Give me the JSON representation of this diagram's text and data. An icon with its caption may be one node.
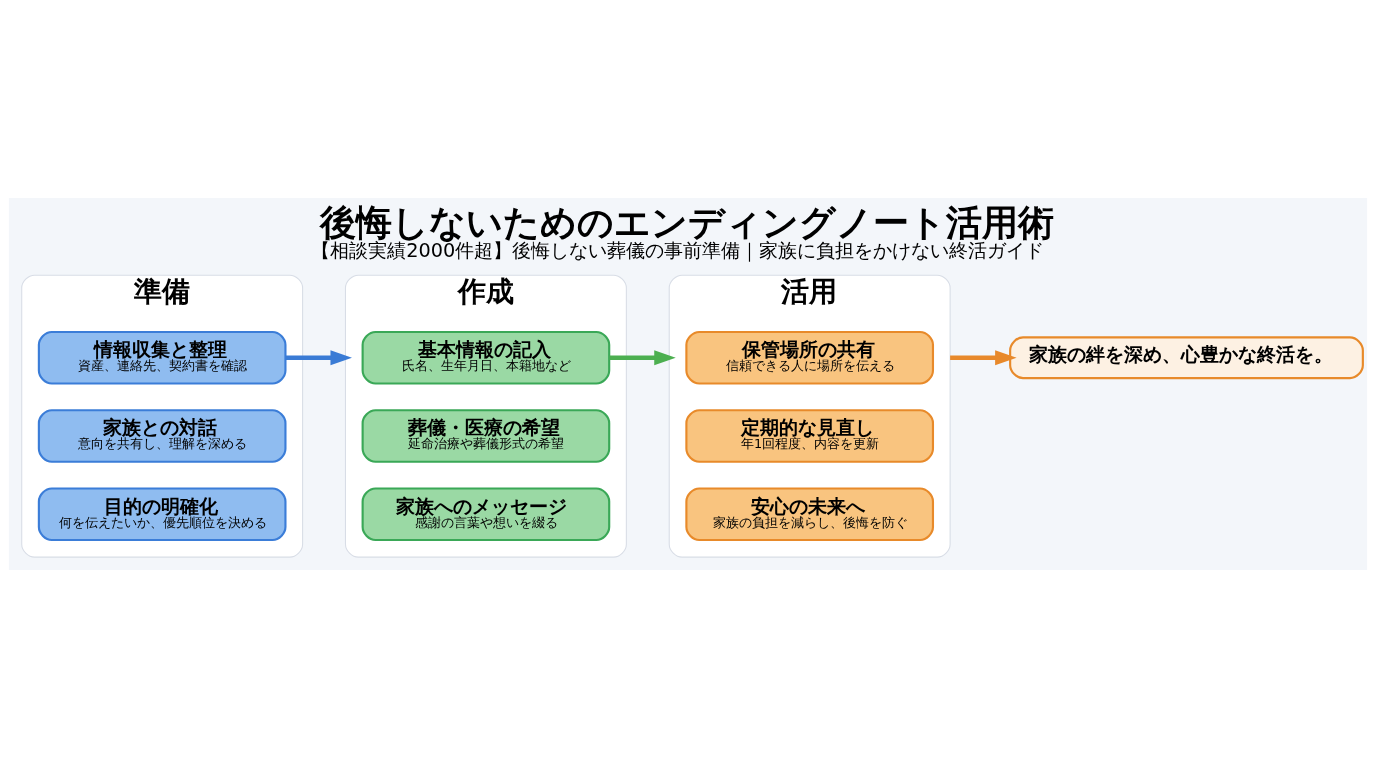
{
  "diagram": {
    "title": "後悔しないためのエンディングノート活用術",
    "caption": "【相談実績2000件超】後悔しない葬儀の事前準備｜家族に負担をかけない終活ガイド",
    "nodes": [
      {
        "text": [
          "準備"
        ]
      },
      {
        "text": [
          "情報収集と整理",
          "資産、連絡先、契約書を確認"
        ],
        "in": 0
      },
      {
        "text": [
          "家族との対話",
          "意向を共有し、理解を深める"
        ],
        "in": 0
      },
      {
        "text": [
          "目的の明確化",
          "何を伝えたいか、優先順位を決める"
        ],
        "in": 0
      },
      {
        "text": [
          "作成"
        ]
      },
      {
        "text": [
          "基本情報の記入",
          "氏名、生年月日、本籍地など"
        ],
        "in": 4
      },
      {
        "text": [
          "葬儀・医療の希望",
          "延命治療や葬儀形式の希望"
        ],
        "in": 4
      },
      {
        "text": [
          "家族へのメッセージ",
          "感謝の言葉や想いを綴る"
        ],
        "in": 4
      },
      {
        "text": [
          "活用"
        ]
      },
      {
        "text": [
          "保管場所の共有",
          "信頼できる人に場所を伝える"
        ],
        "in": 8
      },
      {
        "text": [
          "定期的な見直し",
          "年1回程度、内容を更新"
        ],
        "in": 8
      },
      {
        "text": [
          "安心の未来へ",
          "家族の負担を減らし、後悔を防ぐ"
        ],
        "in": 8
      },
      {
        "text": [
          "家族の絆を深め、心豊かな終活を。"
        ]
      }
    ],
    "edges": [
      {
        "from": 1,
        "to": 4,
        "arrow": "to",
        "color": "#3a7bd5"
      },
      {
        "from": 5,
        "to": 8,
        "arrow": "to",
        "color": "#4caf50"
      },
      {
        "from": 8,
        "to": 12,
        "arrow": "to",
        "color": "#e8892b"
      }
    ]
  }
}
